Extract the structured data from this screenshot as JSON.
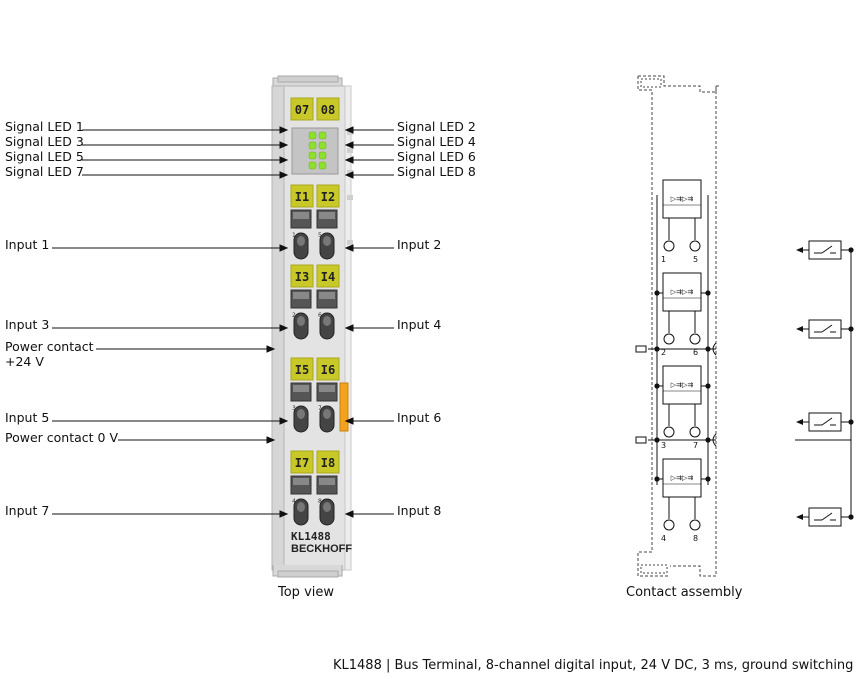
{
  "device": {
    "model": "KL1488",
    "brand": "BECKHOFF",
    "led_labels": [
      "07",
      "08"
    ],
    "channel_labels": [
      "I1",
      "I2",
      "I3",
      "I4",
      "I5",
      "I6",
      "I7",
      "I8"
    ],
    "terminal_numbers": [
      "1",
      "5",
      "2",
      "6",
      "3",
      "7",
      "4",
      "8"
    ]
  },
  "callouts_left": [
    "Signal LED 1",
    "Signal LED 3",
    "Signal LED 5",
    "Signal LED 7",
    "Input 1",
    "Input 3",
    "Power contact\n+24 V",
    "Input 5",
    "Power contact 0 V",
    "Input 7"
  ],
  "callouts_right": [
    "Signal LED 2",
    "Signal LED 4",
    "Signal LED 6",
    "Signal LED 8",
    "Input 2",
    "Input 4",
    "Input 6",
    "Input 8"
  ],
  "contact_assembly": {
    "terminal_numbers": [
      "1",
      "5",
      "2",
      "6",
      "3",
      "7",
      "4",
      "8"
    ]
  },
  "captions": {
    "top_view": "Top view",
    "contact_assembly": "Contact assembly",
    "footer": "KL1488 | Bus Terminal, 8-channel digital input, 24 V DC, 3 ms, ground switching"
  },
  "colors": {
    "housing": "#e2e2e2",
    "label_yellow": "#c9c829",
    "led_green": "#8fe02a",
    "power_orange": "#f2a21c",
    "line": "#111111"
  }
}
